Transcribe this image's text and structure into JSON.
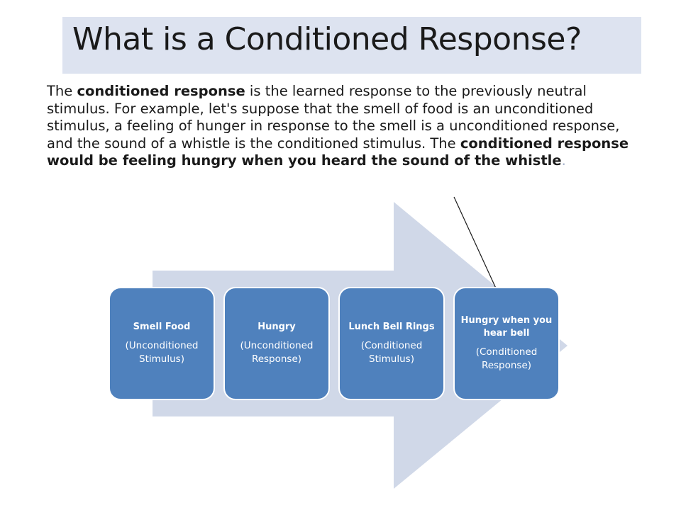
{
  "title": "What is a Conditioned Response?",
  "paragraph": {
    "seg1": "The ",
    "seg2": "conditioned response",
    "seg3": " is the learned response to the previously neutral stimulus. For example, let's suppose that the smell of food is an unconditioned stimulus, a feeling of hunger in response to the smell is a unconditioned response, and the sound of a whistle is the conditioned stimulus. The ",
    "seg4": "conditioned response would be feeling hungry when you heard the sound of the whistle",
    "seg5": "."
  },
  "steps": [
    {
      "title": "Smell Food",
      "sub": "(Unconditioned Stimulus)"
    },
    {
      "title": "Hungry",
      "sub": "(Unconditioned Response)"
    },
    {
      "title": "Lunch Bell Rings",
      "sub": "(Conditioned Stimulus)"
    },
    {
      "title": "Hungry when you hear bell",
      "sub": "(Conditioned Response)"
    }
  ],
  "colors": {
    "box_fill": "#4f81bd",
    "arrow_fill": "#d0d8e8",
    "title_band": "#dde3f0"
  }
}
